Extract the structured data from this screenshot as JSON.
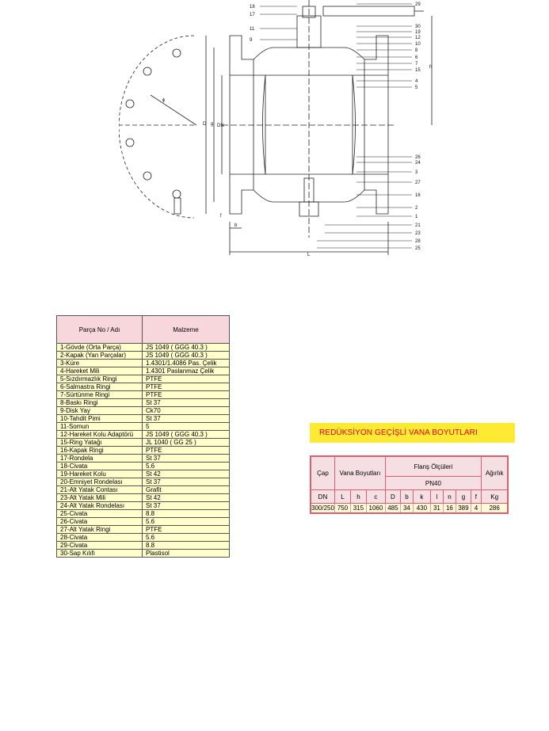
{
  "drawing": {
    "callouts_right": [
      "29",
      "30",
      "19",
      "12",
      "10",
      "8",
      "6",
      "7",
      "15",
      "4",
      "5",
      "26",
      "24",
      "3",
      "27",
      "16",
      "2",
      "1",
      "21",
      "23",
      "28",
      "25"
    ],
    "callouts_left": [
      "18",
      "17",
      "11",
      "9"
    ],
    "dim_labels": {
      "h": "h",
      "phi": "ϕ",
      "D": "D",
      "g": "g",
      "DN": "DN",
      "f": "f",
      "b": "b",
      "L": "L"
    }
  },
  "parts_table": {
    "header_part": "Parça No / Adı",
    "header_material": "Malzeme",
    "rows": [
      [
        "1-Gövde (Orta Parça)",
        "JS 1049 ( GGG 40.3 )"
      ],
      [
        "2-Kapak (Yan Parçalar)",
        "JS 1049 ( GGG 40.3 )"
      ],
      [
        "3-Küre",
        "1.4301/1.4086 Pas. Çelik"
      ],
      [
        "4-Hareket Mili",
        "1.4301 Paslanmaz Çelik"
      ],
      [
        "5-Sızdırmazlık Ringi",
        "PTFE"
      ],
      [
        "6-Salmastra Ringi",
        "PTFE"
      ],
      [
        "7-Sürtünme Ringi",
        "PTFE"
      ],
      [
        "8-Baskı Ringi",
        "St 37"
      ],
      [
        "9-Disk Yay",
        "Ck70"
      ],
      [
        "10-Tahdit Pimi",
        "St 37"
      ],
      [
        "11-Somun",
        "5"
      ],
      [
        "12-Hareket Kolu Adaptörü",
        "JS 1049 ( GGG 40.3 )"
      ],
      [
        "15-Ring Yatağı",
        "JL 1040 ( GG 25 )"
      ],
      [
        "16-Kapak Ringi",
        "PTFE"
      ],
      [
        "17-Rondela",
        "St 37"
      ],
      [
        "18-Civata",
        "5.6"
      ],
      [
        "19-Hareket Kolu",
        "St 42"
      ],
      [
        "20-Emniyet Rondelası",
        "St 37"
      ],
      [
        "21-Alt Yatak Contası",
        "Grafit"
      ],
      [
        "23-Alt Yatak Mili",
        "St 42"
      ],
      [
        "24-Alt Yatak Rondelası",
        "St 37"
      ],
      [
        "25-Civata",
        "8.8"
      ],
      [
        "26-Civata",
        "5.6"
      ],
      [
        "27-Alt Yatak Ringi",
        "PTFE"
      ],
      [
        "28-Civata",
        "5.6"
      ],
      [
        "29-Civata",
        "8.8"
      ],
      [
        "30-Sap Kılıfı",
        "Plastisol"
      ]
    ]
  },
  "dimensions": {
    "title": "REDÜKSİYON GEÇİŞLİ VANA BOYUTLARI",
    "cap": "Çap",
    "vana_boyutlari": "Vana Boyutları",
    "flans_olculeri": "Flanş Ölçüleri",
    "pn": "PN40",
    "agirlik": "Ağırlık",
    "columns": [
      "DN",
      "L",
      "h",
      "c",
      "D",
      "b",
      "k",
      "l",
      "n",
      "g",
      "f",
      "Kg"
    ],
    "values": [
      "300/250",
      "750",
      "315",
      "1060",
      "485",
      "34",
      "430",
      "31",
      "16",
      "389",
      "4",
      "286"
    ]
  }
}
